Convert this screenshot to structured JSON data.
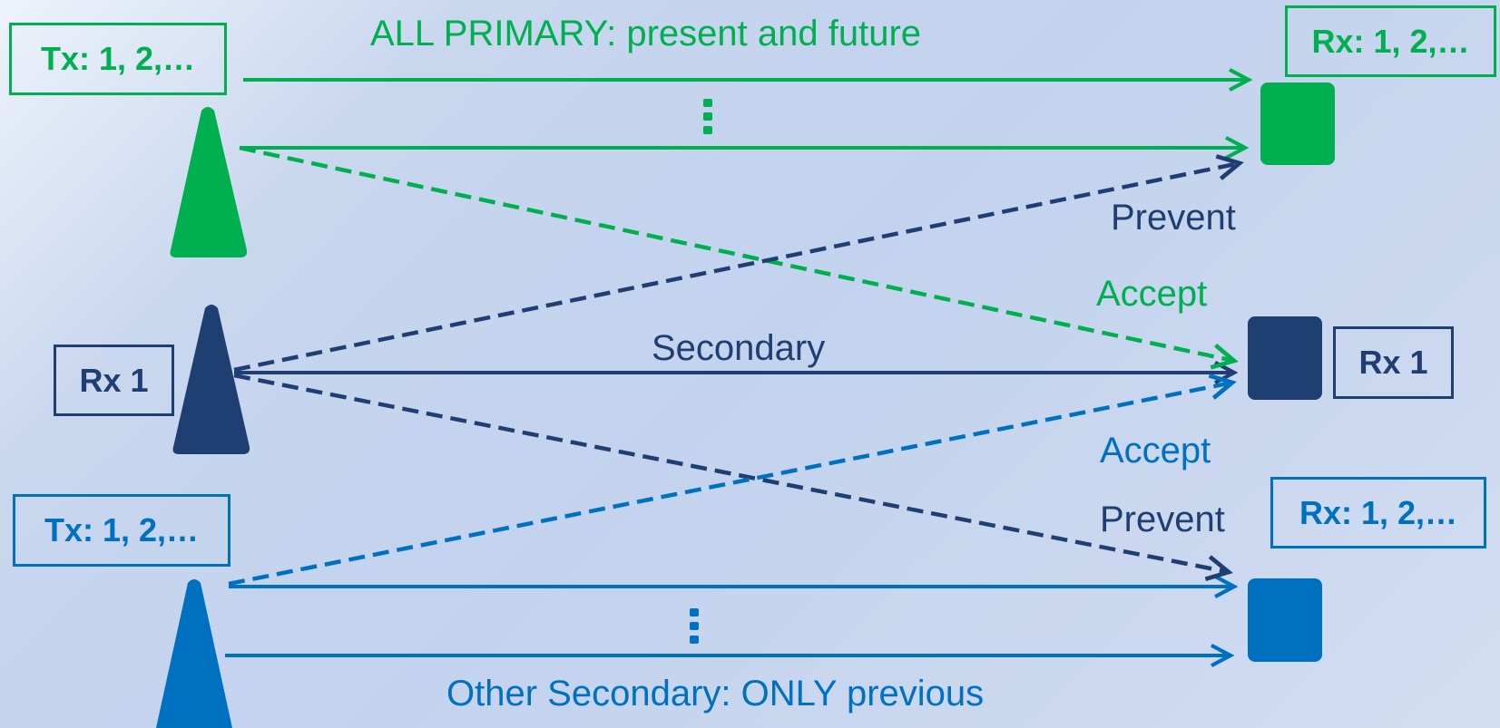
{
  "colors": {
    "primary": "#00b050",
    "secondary": "#1f3f73",
    "other_secondary": "#0070c0"
  },
  "primary": {
    "tx_label": "Tx:  1, 2,…",
    "rx_label": "Rx: 1, 2,…",
    "title": "ALL PRIMARY: present and future",
    "dots": "⋮",
    "icons": {
      "transmitter": "tower-icon",
      "receiver": "receiver-block-icon"
    }
  },
  "secondary": {
    "tx_label": "Rx 1",
    "rx_label": "Rx 1",
    "link_label": "Secondary",
    "icons": {
      "transmitter": "tower-icon",
      "receiver": "receiver-block-icon"
    }
  },
  "other_secondary": {
    "tx_label": "Tx:  1, 2,…",
    "rx_label": "Rx: 1, 2,…",
    "title": "Other Secondary: ONLY previous",
    "dots": "⋮",
    "icons": {
      "transmitter": "tower-icon",
      "receiver": "receiver-block-icon"
    }
  },
  "annotations": {
    "prevent_primary_rx": "Prevent",
    "accept_from_primary": "Accept",
    "accept_from_other": "Accept",
    "prevent_other_rx": "Prevent"
  }
}
